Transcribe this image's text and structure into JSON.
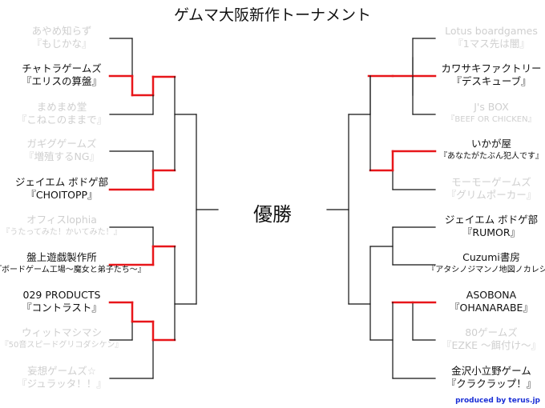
{
  "title": "ゲムマ大阪新作トーナメント",
  "champion_label": "優勝",
  "credit": "produced by terus.jp",
  "colors": {
    "winner_line": "#e8161a",
    "line": "#111111",
    "loser_text": "#cfcfcf"
  },
  "left_teams": [
    {
      "line1": "あやめ知らず",
      "line2": "『もじかな』",
      "status": "lose"
    },
    {
      "line1": "チャトラゲームズ",
      "line2": "『エリスの算盤』",
      "status": "win"
    },
    {
      "line1": "まめまめ堂",
      "line2": "『こねこのままで』",
      "status": "lose"
    },
    {
      "line1": "ガギグゲームズ",
      "line2": "『増殖するNG』",
      "status": "lose"
    },
    {
      "line1": "ジェイエム ボドゲ部",
      "line2": "『CHOITOPP』",
      "status": "win"
    },
    {
      "line1": "オフィスlophia",
      "line2": "『うたってみた！かいてみた！』",
      "status": "lose",
      "small": true
    },
    {
      "line1": "盤上遊戯製作所",
      "line2": "『ボードゲーム工場〜魔女と弟子たち〜』",
      "status": "win",
      "small": true
    },
    {
      "line1": "029 PRODUCTS",
      "line2": "『コントラスト』",
      "status": "win"
    },
    {
      "line1": "ウィットマシマシ",
      "line2": "『50音スピードグリコダシケン』",
      "status": "lose",
      "small": true
    },
    {
      "line1": "妄想ゲームズ☆",
      "line2": "『ジュラッタ！！』",
      "status": "lose"
    }
  ],
  "right_teams": [
    {
      "line1": "Lotus boardgames",
      "line2": "『1マス先は闇』",
      "status": "lose"
    },
    {
      "line1": "カワサキファクトリー",
      "line2": "『デスキューブ』",
      "status": "win"
    },
    {
      "line1": "J's BOX",
      "line2": "『BEEF OR CHICKEN』",
      "status": "lose",
      "small": true
    },
    {
      "line1": "いかが屋",
      "line2": "『あなたがたぶん犯人です』",
      "status": "win",
      "small": true
    },
    {
      "line1": "モーモーゲームズ",
      "line2": "『グリムポーカー』",
      "status": "lose"
    },
    {
      "line1": "ジェイエム ボドゲ部",
      "line2": "『RUMOR』",
      "status": "win"
    },
    {
      "line1": "Cuzumi書房",
      "line2": "『アタシノジマンノ地図ノカレシ』",
      "status": "win",
      "small": true
    },
    {
      "line1": "ASOBONA",
      "line2": "『OHANARABE』",
      "status": "win"
    },
    {
      "line1": "80ゲームズ",
      "line2": "『EZKE 〜餌付け〜』",
      "status": "lose"
    },
    {
      "line1": "金沢小立野ゲーム",
      "line2": "『クラクラップ！』",
      "status": "win"
    }
  ]
}
